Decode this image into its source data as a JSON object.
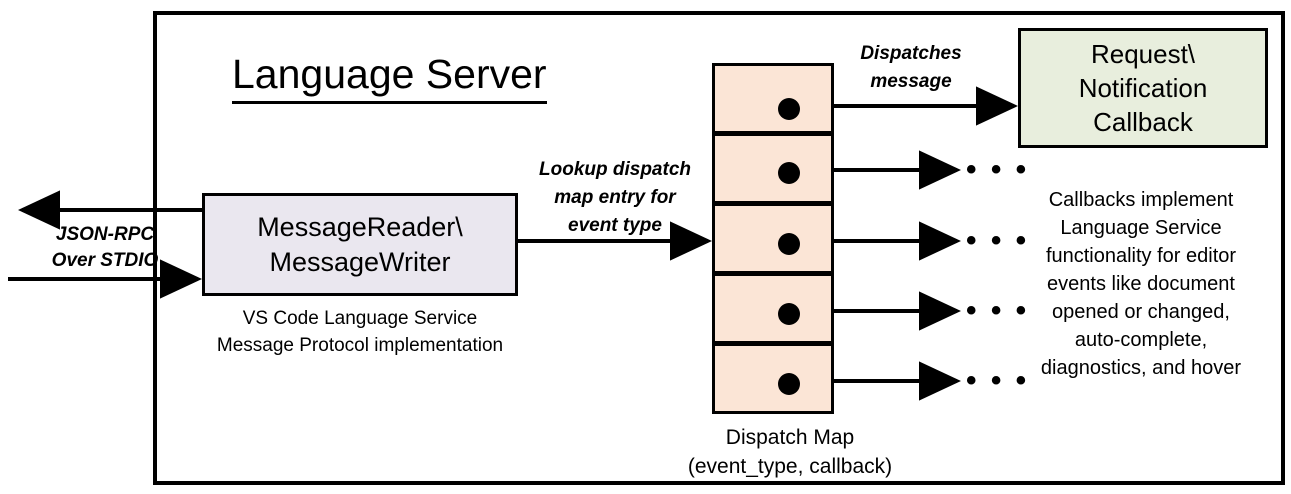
{
  "diagram": {
    "title": "Language Server",
    "outer_frame_name": "language-server-boundary",
    "colors": {
      "message_box_fill": "#eae7ef",
      "dispatch_cell_fill": "#fbe5d6",
      "callback_box_fill": "#e8eedd",
      "stroke": "#000000",
      "background": "#ffffff"
    },
    "external_channel": {
      "label": "JSON-RPC\nOver STDIO",
      "outbound_arrow_name": "arrow-outbound-to-client",
      "inbound_arrow_name": "arrow-inbound-from-client"
    },
    "message_node": {
      "label": "MessageReader\\\nMessageWriter",
      "caption": "VS Code Language Service\nMessage Protocol implementation"
    },
    "lookup_edge": {
      "label": "Lookup dispatch\nmap entry for\nevent type"
    },
    "dispatch_map": {
      "caption": "Dispatch Map\n(event_type, callback)",
      "rows": [
        {
          "index": 1,
          "has_dot": true,
          "edge_target": "callback"
        },
        {
          "index": 2,
          "has_dot": true,
          "edge_target": "ellipsis"
        },
        {
          "index": 3,
          "has_dot": true,
          "edge_target": "ellipsis"
        },
        {
          "index": 4,
          "has_dot": true,
          "edge_target": "ellipsis"
        },
        {
          "index": 5,
          "has_dot": true,
          "edge_target": "ellipsis"
        }
      ],
      "ellipsis_glyph": "• • •"
    },
    "dispatch_edge": {
      "label": "Dispatches\nmessage"
    },
    "callback_node": {
      "label": "Request\\\nNotification\nCallback",
      "caption": "Callbacks implement\nLanguage Service\nfunctionality for editor\nevents like document\nopened or changed,\nauto-complete,\ndiagnostics, and hover"
    }
  }
}
